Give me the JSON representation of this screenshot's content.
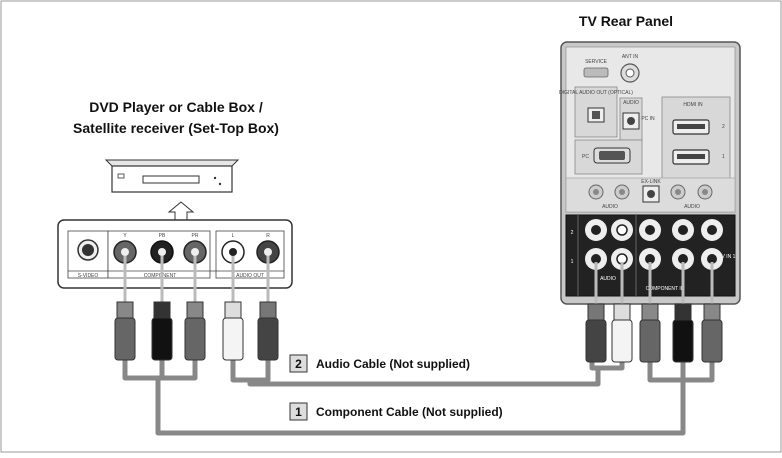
{
  "tv": {
    "title": "TV Rear Panel",
    "service_label": "SERVICE",
    "ant_in_label": "ANT IN",
    "digital_audio_label": "DIGITAL AUDIO OUT (OPTICAL)",
    "audio_label": "AUDIO",
    "pc_label": "PC",
    "pc_in_label": "PC IN",
    "hdmi_in_label": "HDMI IN",
    "ex_link_label": "EX-LINK",
    "audio_row_label": "AUDIO",
    "av_in_label": "AV IN 1",
    "row2_label": "2",
    "row1_label": "1",
    "component_in_label": "COMPONENT IN",
    "component_audio_label": "AUDIO"
  },
  "source": {
    "title_line1": "DVD Player or Cable Box /",
    "title_line2": "Satellite receiver (Set-Top Box)",
    "jack_y": "Y",
    "jack_pb": "PB",
    "jack_pr": "PR",
    "jack_l": "L",
    "jack_r": "R",
    "svideo_label": "S-VIDEO",
    "component_label": "COMPONENT",
    "audio_out_label": "AUDIO OUT"
  },
  "cables": [
    {
      "number": "2",
      "label": "Audio Cable (Not supplied)"
    },
    {
      "number": "1",
      "label": "Component Cable (Not supplied)"
    }
  ],
  "colors": {
    "cable": "#888888",
    "panel_dark": "#222222",
    "panel_light": "#e6e6e6"
  }
}
